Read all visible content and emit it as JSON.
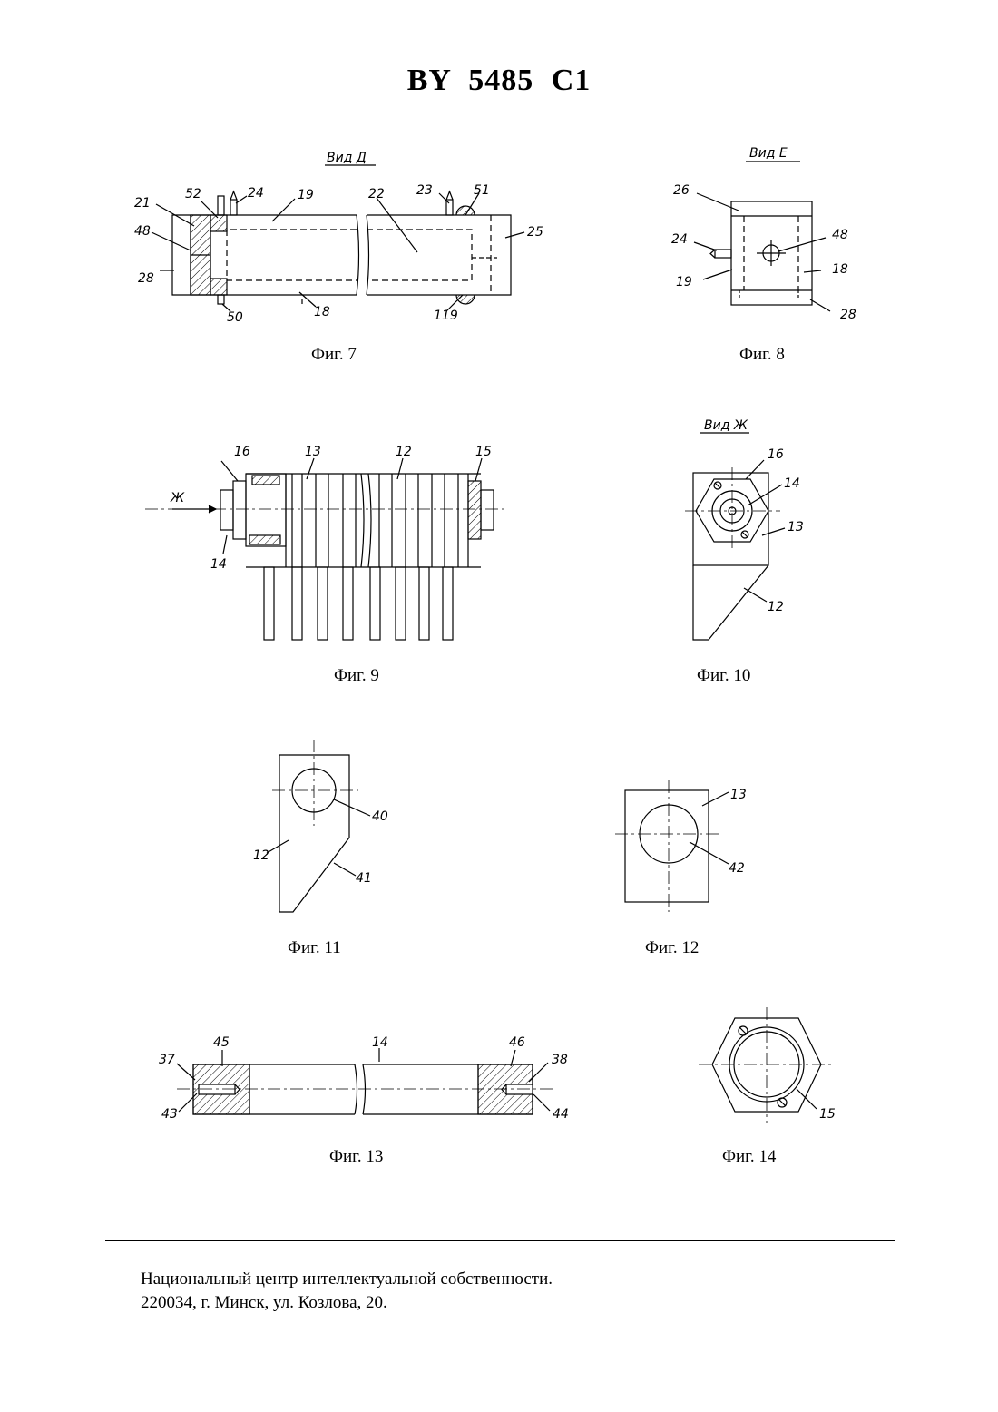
{
  "header": {
    "patent_number": "BY 5485 C1"
  },
  "figures": [
    {
      "id": "fig7",
      "caption": "Фиг. 7",
      "view_label": "Вид Д",
      "labels": [
        "21",
        "52",
        "24",
        "19",
        "22",
        "23",
        "51",
        "25",
        "48",
        "28",
        "50",
        "18",
        "119"
      ]
    },
    {
      "id": "fig8",
      "caption": "Фиг. 8",
      "view_label": "Вид Е",
      "labels": [
        "26",
        "24",
        "48",
        "18",
        "19",
        "28"
      ]
    },
    {
      "id": "fig9",
      "caption": "Фиг. 9",
      "arrow_label": "Ж",
      "labels": [
        "16",
        "13",
        "12",
        "15",
        "14"
      ]
    },
    {
      "id": "fig10",
      "caption": "Фиг. 10",
      "view_label": "Вид Ж",
      "labels": [
        "16",
        "14",
        "13",
        "12"
      ]
    },
    {
      "id": "fig11",
      "caption": "Фиг. 11",
      "labels": [
        "40",
        "12",
        "41"
      ]
    },
    {
      "id": "fig12",
      "caption": "Фиг. 12",
      "labels": [
        "13",
        "42"
      ]
    },
    {
      "id": "fig13",
      "caption": "Фиг. 13",
      "labels": [
        "37",
        "45",
        "14",
        "46",
        "38",
        "43",
        "44"
      ]
    },
    {
      "id": "fig14",
      "caption": "Фиг. 14",
      "labels": [
        "15"
      ]
    }
  ],
  "footer": {
    "line1": "Национальный центр интеллектуальной собственности.",
    "line2": "220034, г. Минск, ул. Козлова, 20."
  }
}
